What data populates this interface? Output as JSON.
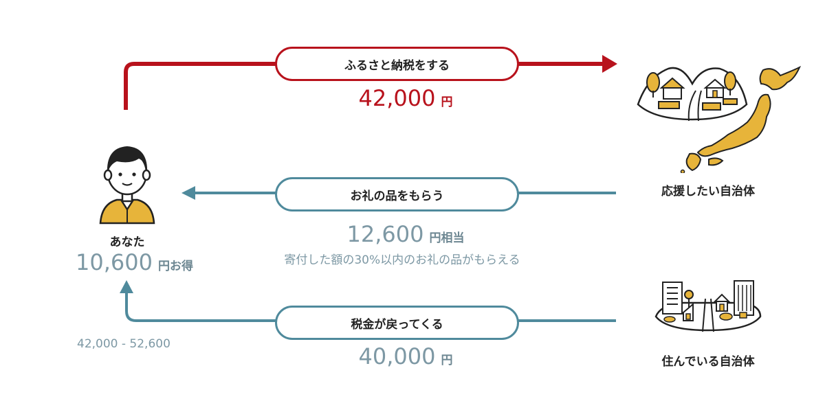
{
  "flow_top": {
    "label": "ふるさと納税をする",
    "amount": "42,000",
    "unit": "円"
  },
  "flow_middle": {
    "label": "お礼の品をもらう",
    "amount": "12,600",
    "unit": "円相当",
    "note": "寄付した額の30%以内のお礼の品がもらえる"
  },
  "flow_bottom": {
    "label": "税金が戻ってくる",
    "amount": "40,000",
    "unit": "円",
    "note": "42,000 - 52,600"
  },
  "person": {
    "label": "あなた",
    "gain_amount": "10,600",
    "gain_unit": "円お得"
  },
  "destination_top": {
    "label": "応援したい自治体"
  },
  "destination_bottom": {
    "label": "住んでいる自治体"
  },
  "colors": {
    "red": "#b8121c",
    "blue": "#4f8a9c",
    "gray_text": "#7d98a4",
    "mustard": "#e7b43a"
  }
}
